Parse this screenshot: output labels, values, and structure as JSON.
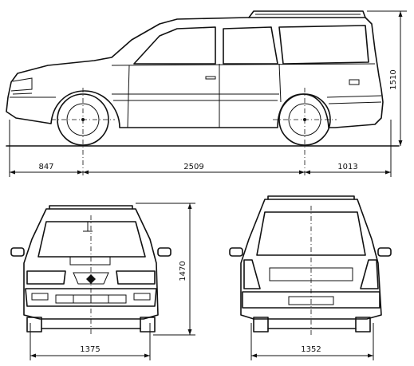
{
  "dimensions": {
    "front_overhang": "847",
    "wheelbase": "2509",
    "rear_overhang": "1013",
    "height": "1510",
    "front_height": "1470",
    "front_track": "1375",
    "rear_track": "1352"
  }
}
